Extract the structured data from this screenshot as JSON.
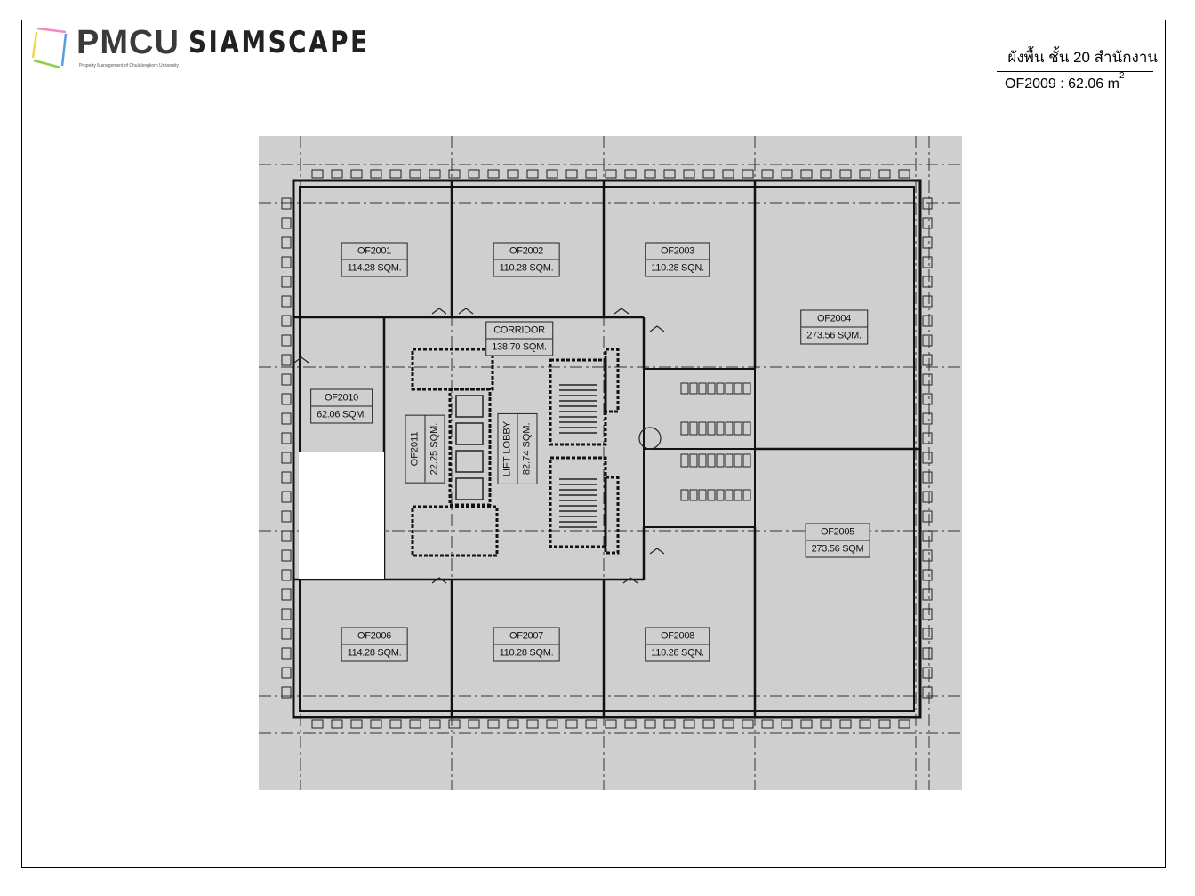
{
  "logo": {
    "brand": "PMCU",
    "product": "SIAMSCAPE",
    "tagline": "Property Management of Chulalongkorn University"
  },
  "header": {
    "title": "ผังพื้น ชั้น 20 สำนักงาน",
    "unit_label": "OF2009 : 62.06 m",
    "unit_sup": "2"
  },
  "plan": {
    "rooms": [
      {
        "id": "OF2001",
        "area": "114.28 SQM."
      },
      {
        "id": "OF2002",
        "area": "110.28 SQM."
      },
      {
        "id": "OF2003",
        "area": "110.28 SQN."
      },
      {
        "id": "OF2004",
        "area": "273.56 SQM."
      },
      {
        "id": "CORRIDOR",
        "area": "138.70 SQM."
      },
      {
        "id": "OF2010",
        "area": "62.06 SQM."
      },
      {
        "id": "OF2011",
        "area": "22.25 SQM."
      },
      {
        "id": "LIFT LOBBY",
        "area": "82.74 SQM."
      },
      {
        "id": "OF2005",
        "area": "273.56 SQM"
      },
      {
        "id": "OF2006",
        "area": "114.28 SQM."
      },
      {
        "id": "OF2007",
        "area": "110.28 SQM."
      },
      {
        "id": "OF2008",
        "area": "110.28 SQN."
      }
    ],
    "highlighted_unit": "OF2009"
  }
}
